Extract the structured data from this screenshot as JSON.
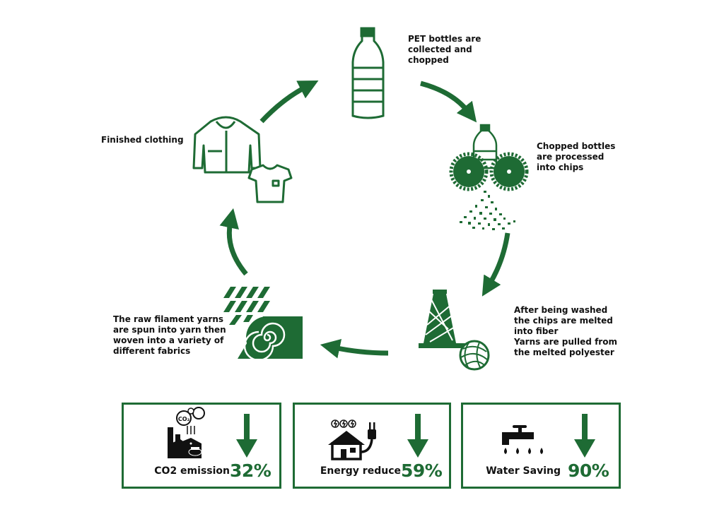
{
  "colors": {
    "primary": "#1e6b34",
    "text": "#111111",
    "background": "#ffffff"
  },
  "steps": [
    {
      "icon": "pet-bottle-icon",
      "text": "PET bottles are\ncollected and\nchopped"
    },
    {
      "icon": "chipping-saw-icon",
      "text": "Chopped bottles\nare processed\ninto chips"
    },
    {
      "icon": "yarn-spool-icon",
      "text": "After being washed\nthe chips are melted\ninto fiber\nYarns are pulled from\nthe melted polyester"
    },
    {
      "icon": "fabric-roll-icon",
      "text": "The raw filament yarns\nare spun into yarn then\nwoven into a variety of\ndifferent fabrics"
    },
    {
      "icon": "clothing-icon",
      "text": "Finished clothing"
    }
  ],
  "savings": [
    {
      "icon": "factory-icon",
      "label": "CO2 emission",
      "percent": "32%",
      "co2_symbol": "CO₂"
    },
    {
      "icon": "house-plug-icon",
      "label": "Energy reduce",
      "percent": "59%"
    },
    {
      "icon": "water-tap-icon",
      "label": "Water Saving",
      "percent": "90%"
    }
  ]
}
